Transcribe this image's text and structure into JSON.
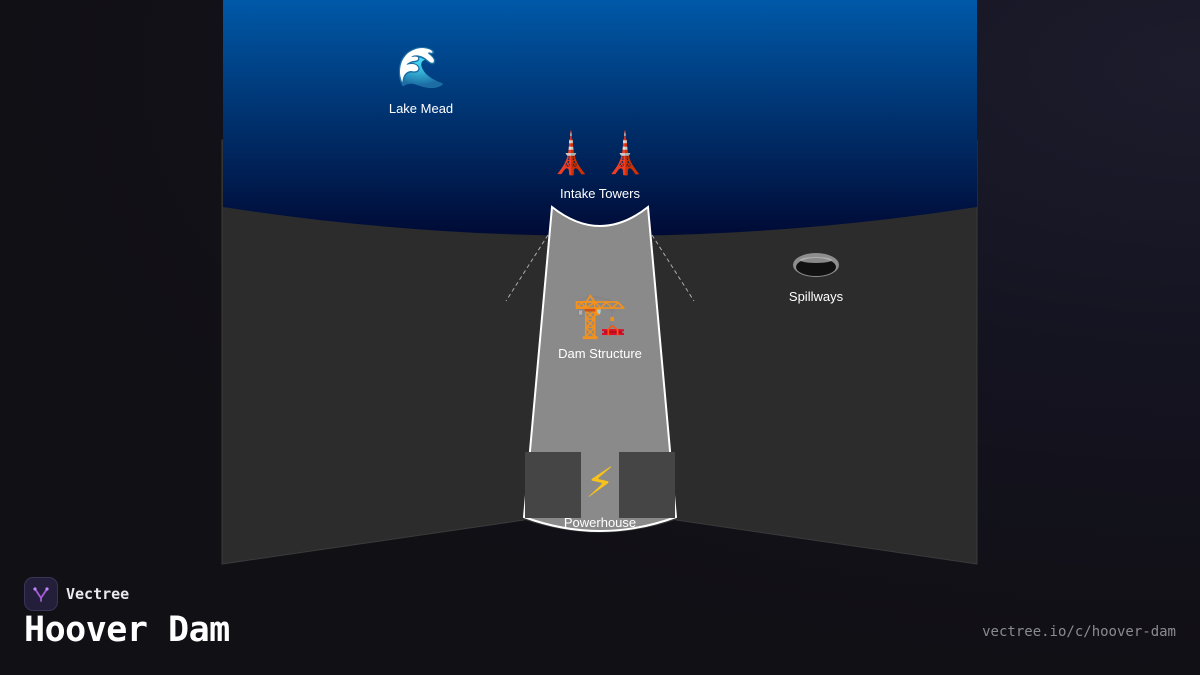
{
  "diagram": {
    "title": "Hoover Dam",
    "components": [
      {
        "id": "lake-mead",
        "label": "Lake Mead",
        "icon": "wave-icon",
        "glyph": "🌊"
      },
      {
        "id": "intake-towers",
        "label": "Intake Towers",
        "icon": "tower-icon",
        "glyph": "🗼🗼"
      },
      {
        "id": "spillways",
        "label": "Spillways",
        "icon": "spillway-icon",
        "glyph": ""
      },
      {
        "id": "dam-structure",
        "label": "Dam Structure",
        "icon": "construction-crane-icon",
        "glyph": "🏗️"
      },
      {
        "id": "powerhouse",
        "label": "Powerhouse",
        "icon": "lightning-icon",
        "glyph": "⚡"
      }
    ]
  },
  "brand": {
    "name": "Vectree",
    "url": "vectree.io/c/hoover-dam",
    "icon": "vectree-logo-icon"
  },
  "colors": {
    "water_top": "#0059a8",
    "water_bottom": "#000a35",
    "canyon": "#2c2c2c",
    "dam": "#8a8a8a",
    "powerhouse": "#454545",
    "accent": "#a45dd6"
  }
}
